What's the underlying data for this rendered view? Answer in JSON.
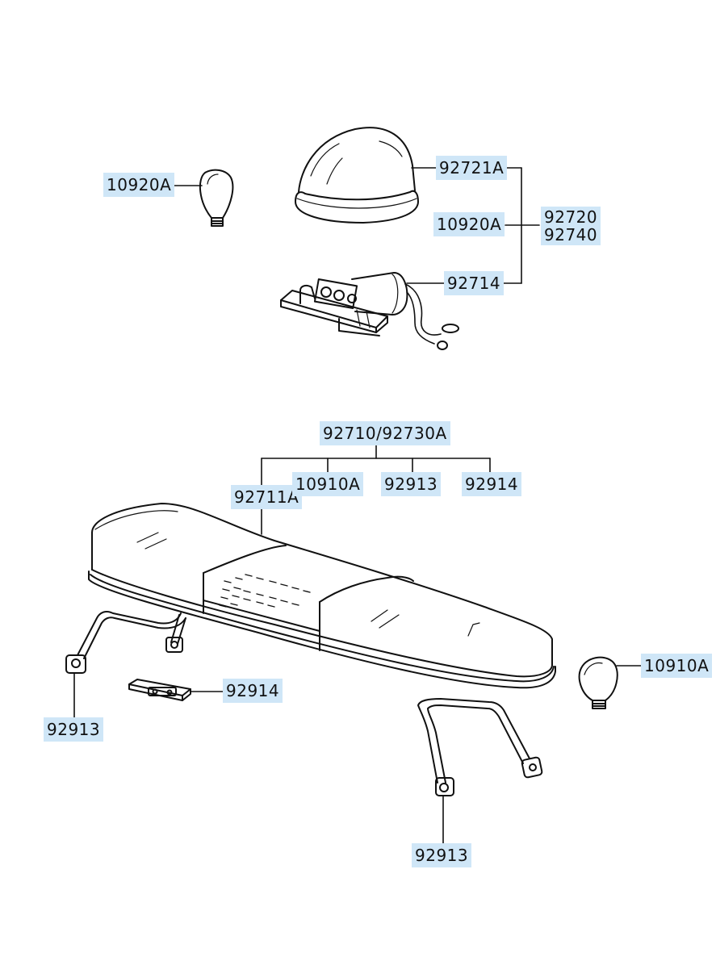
{
  "colors": {
    "label_bg": "#cfe6f7",
    "line": "#111111",
    "background": "#ffffff"
  },
  "labels": {
    "bulb_left_top": "10920A",
    "dome_lens": "92721A",
    "bulb_center": "10920A",
    "assembly_top_line1": "92720",
    "assembly_top_line2": "92740",
    "motor_unit": "92714",
    "lightbar_assembly": "92710/92730A",
    "lightbar_lens": "92711A",
    "bulb_lightbar": "10910A",
    "bracket_top": "92913",
    "plate_top": "92914",
    "bracket_left": "92913",
    "plate_left": "92914",
    "bulb_right": "10910A",
    "bracket_bottom": "92913"
  }
}
